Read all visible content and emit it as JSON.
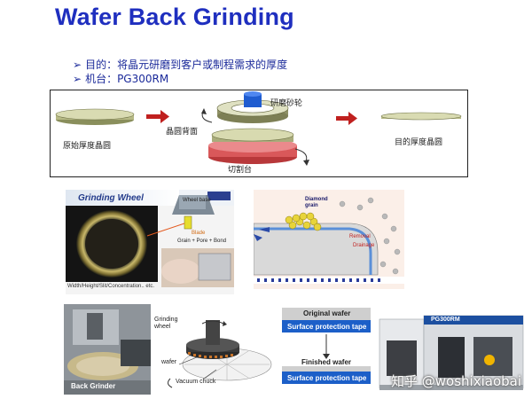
{
  "title": "Wafer Back Grinding",
  "bullets": [
    {
      "marker": "➢",
      "text": "目的：将晶元研磨到客户或制程需求的厚度"
    },
    {
      "marker": "➢",
      "text": "机台：PG300RM"
    }
  ],
  "diagram": {
    "original_wafer": "原始厚度晶圆",
    "wafer_back": "晶圆背面",
    "grinding_wheel": "研磨砂轮",
    "cutting_table": "切割台",
    "target_wafer": "目的厚度晶圆"
  },
  "wheel_photo": {
    "heading": "Grinding Wheel",
    "wheel_base": "Wheel base",
    "blade": "Blade",
    "blade_formula": "Grain + Pore + Bond",
    "caption": "Width/Height/Slit/Concentration.. etc."
  },
  "diamond_fig": {
    "diamond_grain": "Diamond grain",
    "removal": "Removal",
    "drainage": "Drainage"
  },
  "grinder": {
    "back_grinder": "Back Grinder",
    "grinding_wheel": "Grinding wheel",
    "wafer": "wafer",
    "vacuum_chuck": "Vacuum chuck"
  },
  "process_fig": {
    "original_wafer": "Original wafer",
    "tape_top": "Surface protection tape",
    "finished_wafer": "Finished wafer",
    "tape_bottom": "Surface protection tape"
  },
  "machine": {
    "model": "PG300RM"
  },
  "watermark": "知乎 @woshixiaobai",
  "colors": {
    "title": "#1f2fbf",
    "arrow": "#c0201f",
    "tape_blue": "#1c5fc8",
    "table_red": "#d9585a"
  }
}
